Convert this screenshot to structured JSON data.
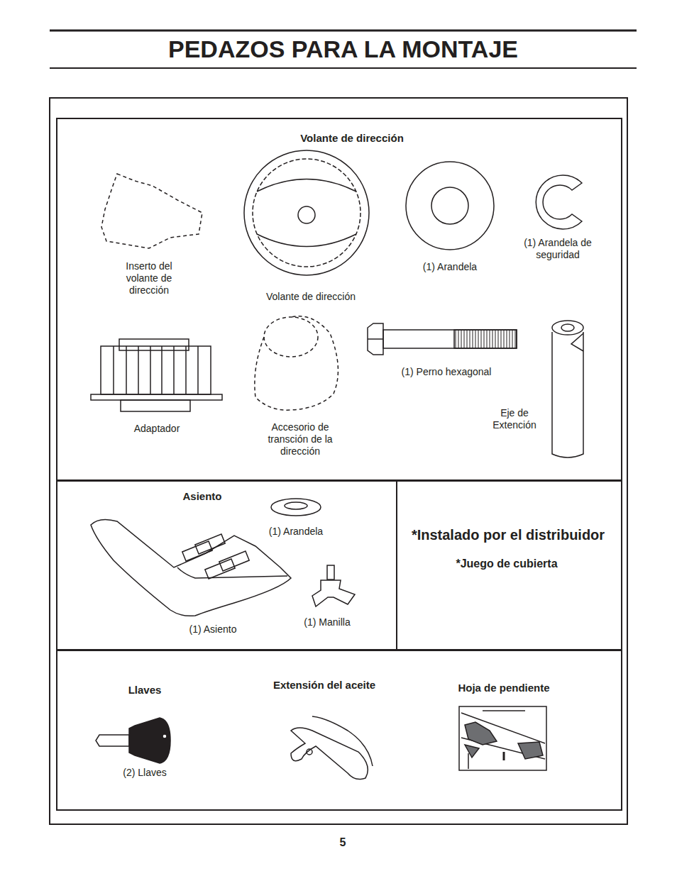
{
  "diagram": {
    "title": "PEDAZOS PARA LA MONTAJE",
    "nodes": [
      {
        "text": [
          "Volante de dirección"
        ]
      },
      {
        "text": [
          "Asiento"
        ]
      },
      {
        "text": [
          "*Instalado por el distribuidor",
          "*Juego de cubierta"
        ]
      },
      {
        "text": [
          "Llaves",
          "Extensión del aceite",
          "Hoja de pendiente"
        ]
      }
    ],
    "labels": [
      "Inserto del volante de dirección",
      "Volante de dirección",
      "(1) Arandela",
      "(1) Arandela de seguridad",
      "Adaptador",
      "Accesorio de transción de la dirección",
      "(1) Perno hexagonal",
      "Eje de Extención",
      "(1) Arandela",
      "(1) Asiento",
      "(1) Manilla",
      "(2) Llaves",
      "5"
    ]
  }
}
